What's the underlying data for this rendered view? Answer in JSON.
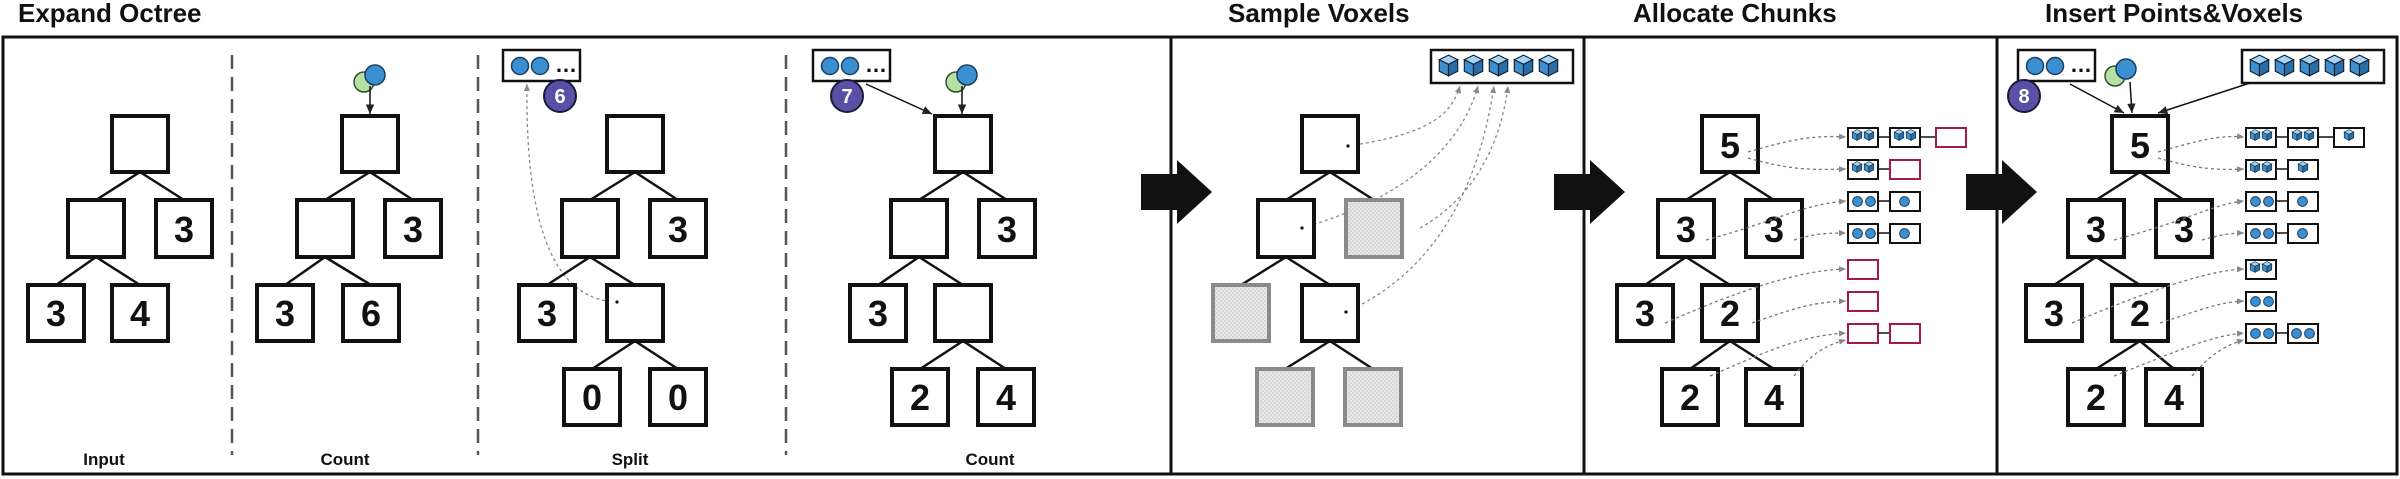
{
  "titles": {
    "expand_octree": "Expand Octree",
    "sample_voxels": "Sample Voxels",
    "allocate_chunks": "Allocate Chunks",
    "insert_points_voxels": "Insert Points&Voxels"
  },
  "captions": {
    "input": "Input",
    "count1": "Count",
    "split": "Split",
    "count2": "Count"
  },
  "steps": {
    "split": "6",
    "count": "7",
    "insert": "8"
  },
  "points_ellipsis": "…",
  "input_tree": {
    "mid_right": "3",
    "leaf_left": "3",
    "leaf_right": "4"
  },
  "count1_tree": {
    "mid_right": "3",
    "leaf_left": "3",
    "leaf_right": "6"
  },
  "split_tree": {
    "mid_right": "3",
    "leaf_left": "3",
    "child_left": "0",
    "child_right": "0"
  },
  "count2_tree": {
    "mid_right": "3",
    "leaf_left": "3",
    "child_left": "2",
    "child_right": "4"
  },
  "alloc_tree": {
    "root": "5",
    "mid_left": "3",
    "mid_right": "3",
    "leaf_left": "3",
    "leaf_right": "2",
    "child_left": "2",
    "child_right": "4"
  },
  "insert_tree": {
    "root": "5",
    "mid_left": "3",
    "mid_right": "3",
    "leaf_left": "3",
    "leaf_right": "2",
    "child_left": "2",
    "child_right": "4"
  },
  "colors": {
    "point_blue": "#3b8fd0",
    "point_green": "#b6e0a4",
    "badge_purple": "#5a4ea5",
    "chunk_red": "#a8174f",
    "voxel_face": "#4a9fd8",
    "sampled_gray": "#8a8a8a"
  }
}
